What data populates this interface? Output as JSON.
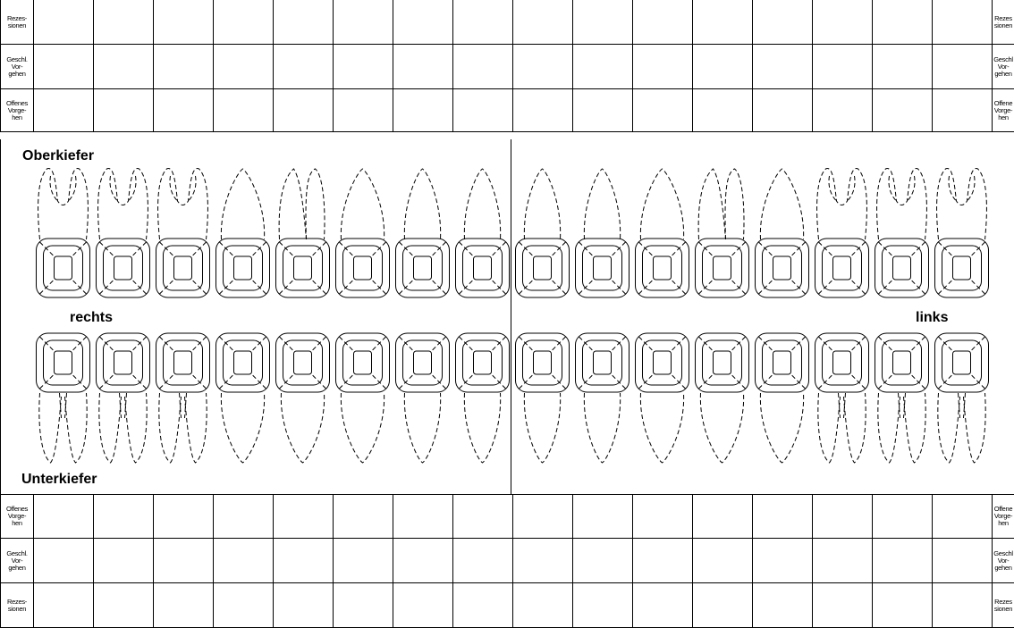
{
  "jaw": {
    "upper_label": "Oberkiefer",
    "lower_label": "Unterkiefer",
    "right_label": "rechts",
    "left_label": "links"
  },
  "row_labels": {
    "rezessionen": "Rezes-\nsionen",
    "geschl_vorgehen": "Geschl.\nVor-\ngehen",
    "offenes_vorgehen": "Offenes\nVorge-\nhen"
  },
  "right_row_labels": {
    "rezessionen": "Rezes\nsionen",
    "geschl_vorgehen": "Geschl\nVor-\ngehen",
    "offenes_vorgehen": "Offene\nVorge-\nhen"
  },
  "upper_teeth": [
    {
      "id": "18",
      "type": "molar"
    },
    {
      "id": "17",
      "type": "molar"
    },
    {
      "id": "16",
      "type": "molar"
    },
    {
      "id": "15",
      "type": "premolar"
    },
    {
      "id": "14",
      "type": "premolar2"
    },
    {
      "id": "13",
      "type": "canine"
    },
    {
      "id": "12",
      "type": "incisor"
    },
    {
      "id": "11",
      "type": "incisor"
    },
    {
      "id": "21",
      "type": "incisor"
    },
    {
      "id": "22",
      "type": "incisor"
    },
    {
      "id": "23",
      "type": "canine"
    },
    {
      "id": "24",
      "type": "premolar2"
    },
    {
      "id": "25",
      "type": "premolar"
    },
    {
      "id": "26",
      "type": "molar"
    },
    {
      "id": "27",
      "type": "molar"
    },
    {
      "id": "28",
      "type": "molar"
    }
  ],
  "lower_teeth": [
    {
      "id": "48",
      "type": "molar"
    },
    {
      "id": "47",
      "type": "molar"
    },
    {
      "id": "46",
      "type": "molar"
    },
    {
      "id": "45",
      "type": "premolar"
    },
    {
      "id": "44",
      "type": "premolar"
    },
    {
      "id": "43",
      "type": "canine"
    },
    {
      "id": "42",
      "type": "incisor"
    },
    {
      "id": "41",
      "type": "incisor"
    },
    {
      "id": "31",
      "type": "incisor"
    },
    {
      "id": "32",
      "type": "incisor"
    },
    {
      "id": "33",
      "type": "canine"
    },
    {
      "id": "34",
      "type": "premolar"
    },
    {
      "id": "35",
      "type": "premolar"
    },
    {
      "id": "36",
      "type": "molar"
    },
    {
      "id": "37",
      "type": "molar"
    },
    {
      "id": "38",
      "type": "molar"
    }
  ]
}
